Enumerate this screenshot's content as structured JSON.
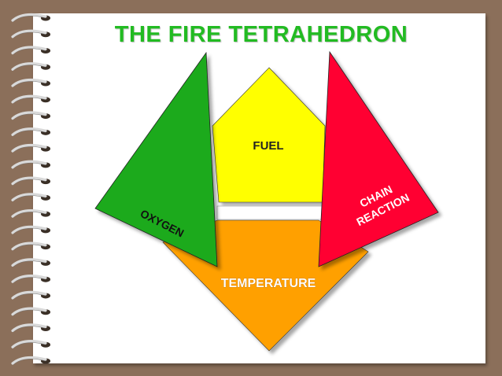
{
  "title": "THE FIRE TETRAHEDRON",
  "faces": {
    "fuel": {
      "label": "FUEL",
      "color": "#ffff00"
    },
    "oxygen": {
      "label": "OXYGEN",
      "color": "#1aaa1a"
    },
    "chain_reaction": {
      "label_line1": "CHAIN",
      "label_line2": "REACTION",
      "color": "#ff0033"
    },
    "temperature": {
      "label": "TEMPERATURE",
      "color": "#ffa000"
    }
  },
  "notebook": {
    "spiral_ring_count": 22
  }
}
